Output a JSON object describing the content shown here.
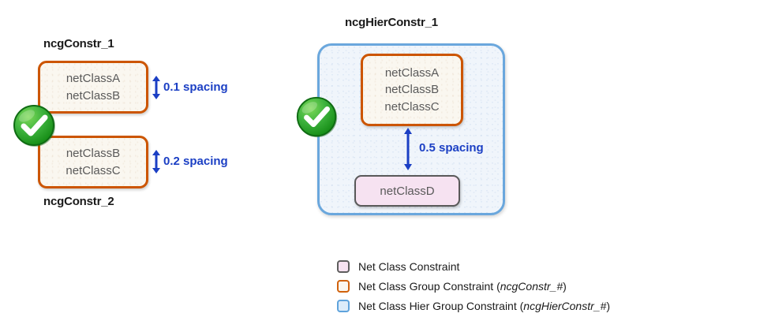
{
  "diagram": {
    "left_group": {
      "top_title": "ncgConstr_1",
      "bottom_title": "ncgConstr_2",
      "status_icon": "green-check-icon",
      "boxes": [
        {
          "name": "ncgConstr_1",
          "net_classes": [
            "netClassA",
            "netClassB"
          ],
          "spacing": "0.1 spacing"
        },
        {
          "name": "ncgConstr_2",
          "net_classes": [
            "netClassB",
            "netClassC"
          ],
          "spacing": "0.2 spacing"
        }
      ]
    },
    "right_group": {
      "title": "ncgHierConstr_1",
      "status_icon": "green-check-icon",
      "inner_group": {
        "net_classes": [
          "netClassA",
          "netClassB",
          "netClassC"
        ]
      },
      "spacing": "0.5 spacing",
      "net_class": "netClassD"
    }
  },
  "legend": {
    "items": [
      {
        "swatch": "net-class-swatch",
        "label": "Net Class Constraint",
        "suffix": ""
      },
      {
        "swatch": "net-class-group-swatch",
        "label": "Net Class Group Constraint (",
        "suffix": "ncgConstr_#",
        "close": ")"
      },
      {
        "swatch": "net-class-hier-group-swatch",
        "label": "Net Class Hier Group Constraint (",
        "suffix": "ncgHierConstr_#",
        "close": ")"
      }
    ]
  },
  "colors": {
    "ncg_border": "#cc5500",
    "ncg_fill": "#faf7f0",
    "hier_border": "#6aa7dd",
    "hier_fill": "#f0f5fb",
    "nc_border": "#595959",
    "nc_fill": "#f6e2f1",
    "spacing_text": "#1b3fc4",
    "check_green": "#2aa12a",
    "title_text": "#1a1a1a",
    "class_text": "#5a5a5a"
  }
}
